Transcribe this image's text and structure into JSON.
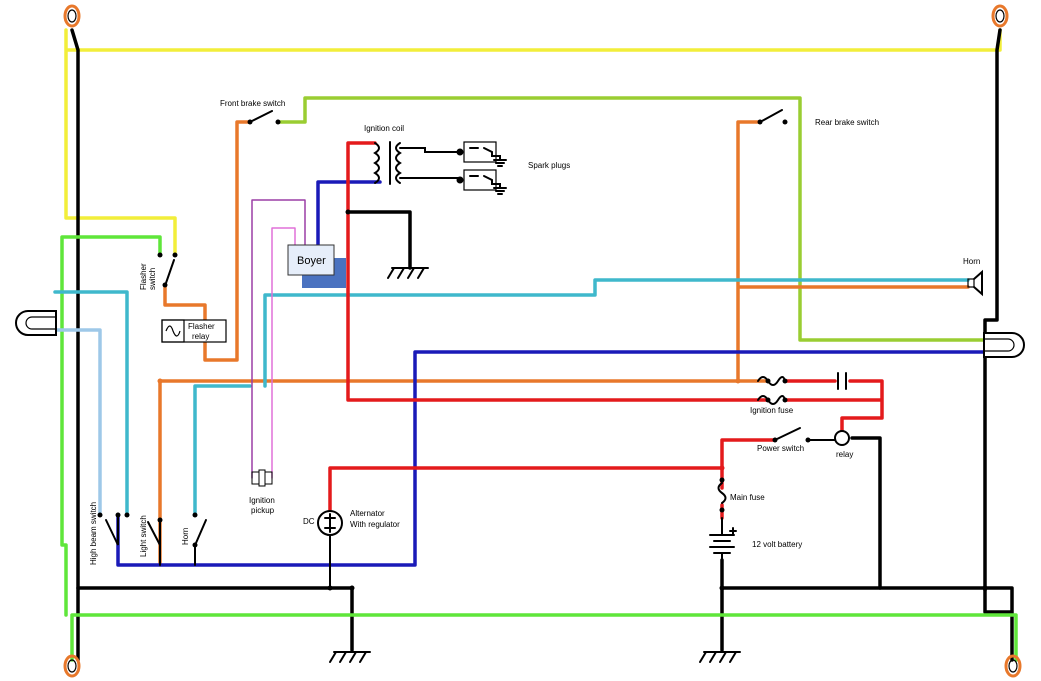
{
  "labels": {
    "front_brake_switch": "Front brake switch",
    "rear_brake_switch": "Rear brake switch",
    "ignition_coil": "Ignition coil",
    "spark_plugs": "Spark plugs",
    "boyer": "Boyer",
    "horn_top": "Horn",
    "flasher_switch_1": "Flasher",
    "flasher_switch_2": "switch",
    "flasher_relay_1": "Flasher",
    "flasher_relay_2": "relay",
    "ignition_fuse": "Ignition fuse",
    "power_switch": "Power switch",
    "relay": "relay",
    "ignition_pickup_1": "Ignition",
    "ignition_pickup_2": "pickup",
    "alternator_1": "Alternator",
    "alternator_2": "With regulator",
    "dc": "DC",
    "main_fuse": "Main fuse",
    "battery": "12 volt battery",
    "high_beam_switch": "High beam switch",
    "light_switch": "Light switch",
    "horn_switch": "Horn"
  },
  "wire_colors": {
    "yellow": "#f2ee3a",
    "black": "#000000",
    "orange": "#e8782b",
    "lime": "#9acd32",
    "red": "#e41a1c",
    "blue": "#1a1ab8",
    "cyan": "#3fb8cc",
    "light_blue": "#9ec8e8",
    "green": "#5fe63a",
    "purple": "#9b3fa6",
    "pink": "#e070d8"
  },
  "icons": [
    "indicator-bulb-icon",
    "headlamp-icon",
    "tail-lamp-icon",
    "ground-icon",
    "spark-plug-icon",
    "horn-speaker-icon",
    "switch-icon",
    "fuse-icon",
    "capacitor-icon",
    "battery-icon",
    "alternator-icon",
    "relay-icon",
    "ignition-coil-icon"
  ]
}
